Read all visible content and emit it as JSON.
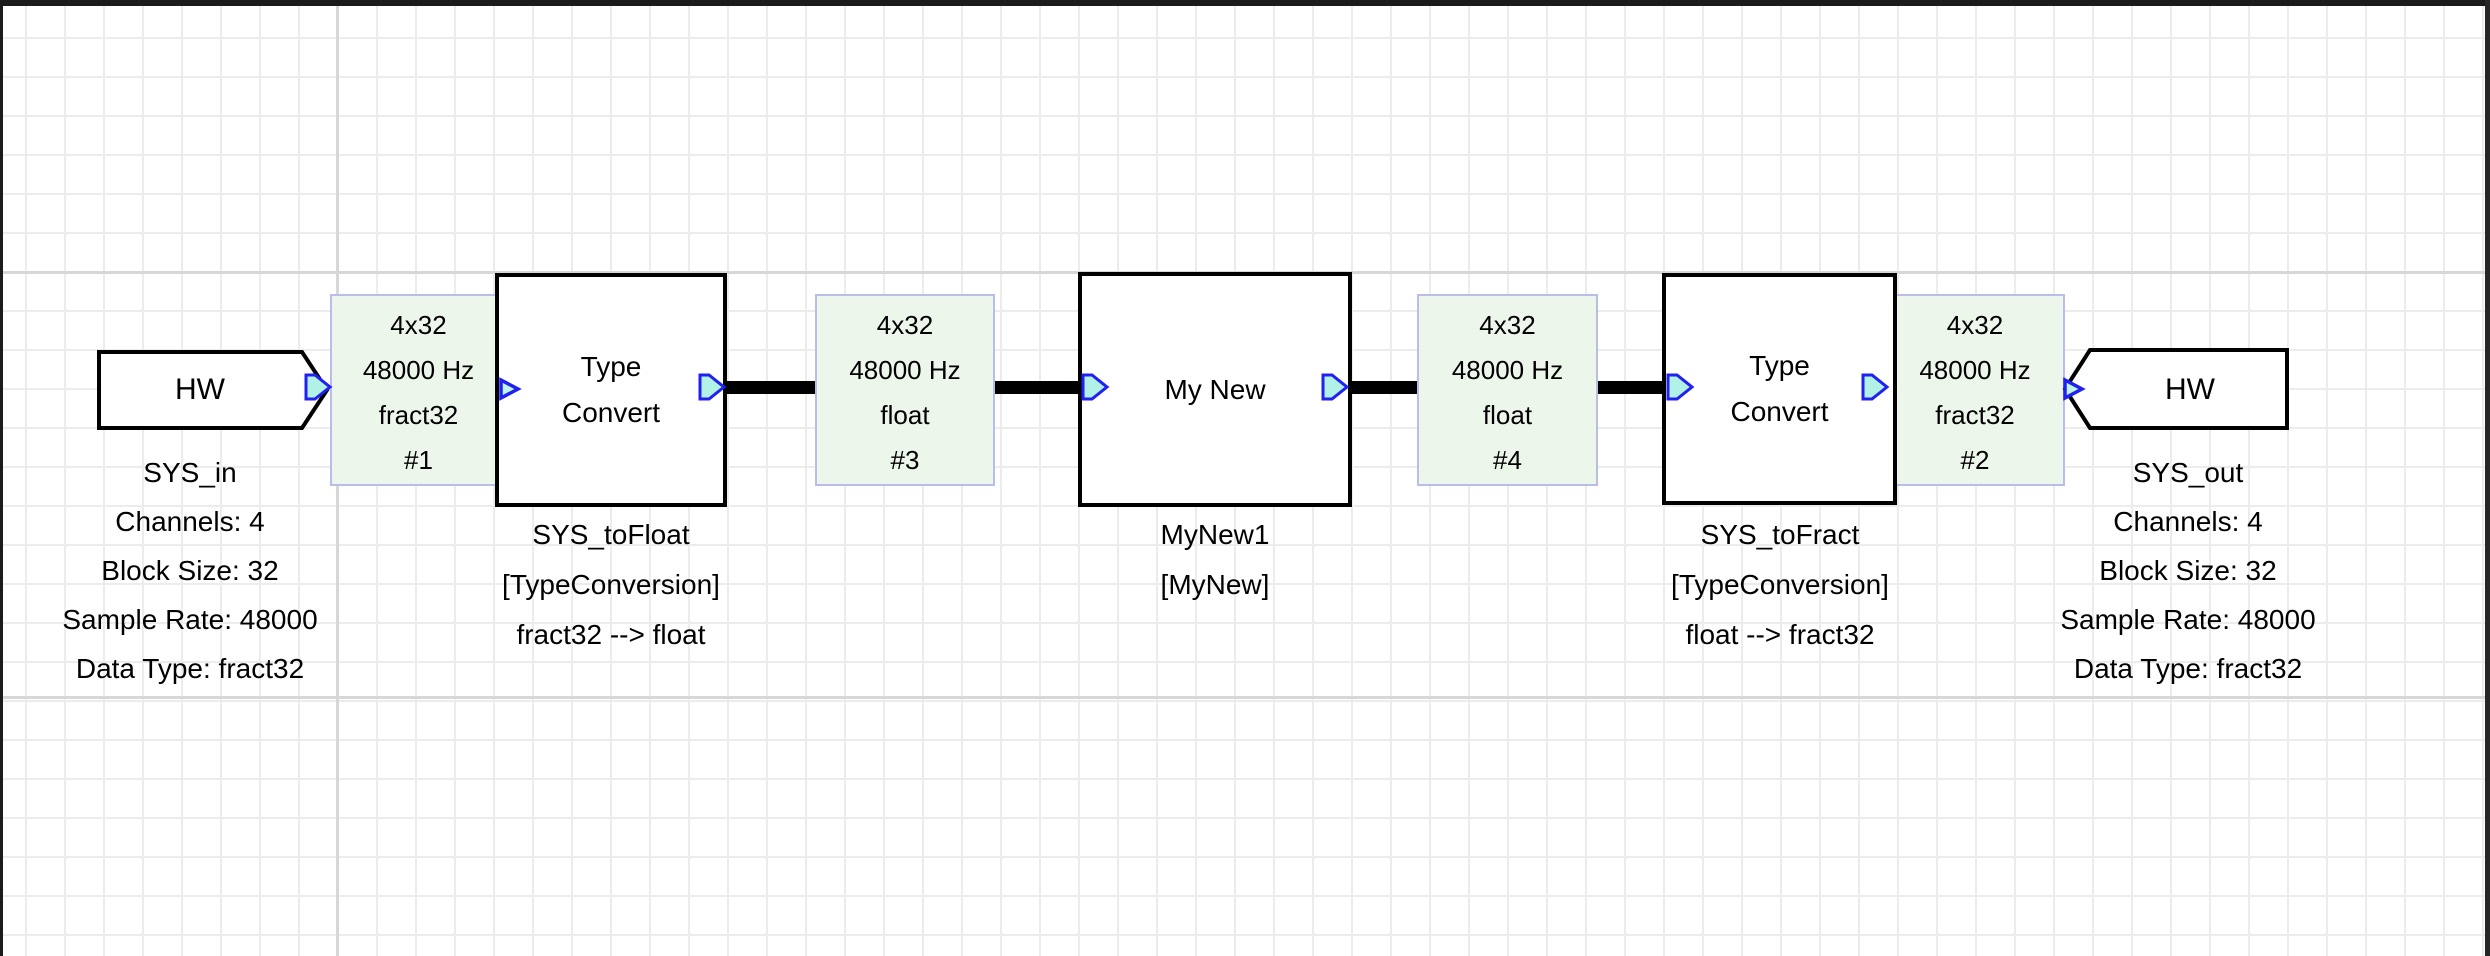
{
  "app": {
    "description": "Audio Weaver style signal flow canvas"
  },
  "nodes": [
    {
      "id": "sys_in",
      "kind": "hardware-input",
      "title": "HW",
      "caption_lines": [
        "SYS_in",
        "Channels: 4",
        "Block Size: 32",
        "Sample Rate: 48000",
        "Data Type: fract32"
      ]
    },
    {
      "id": "sys_tofloat",
      "kind": "module",
      "title_lines": [
        "Type",
        "Convert"
      ],
      "caption_lines": [
        "SYS_toFloat",
        "[TypeConversion]",
        "fract32 --> float"
      ]
    },
    {
      "id": "mynew1",
      "kind": "module",
      "title": "My New",
      "caption_lines": [
        "MyNew1",
        "[MyNew]"
      ]
    },
    {
      "id": "sys_tofract",
      "kind": "module",
      "title_lines": [
        "Type",
        "Convert"
      ],
      "caption_lines": [
        "SYS_toFract",
        "[TypeConversion]",
        "float --> fract32"
      ]
    },
    {
      "id": "sys_out",
      "kind": "hardware-output",
      "title": "HW",
      "caption_lines": [
        "SYS_out",
        "Channels: 4",
        "Block Size: 32",
        "Sample Rate: 48000",
        "Data Type: fract32"
      ]
    }
  ],
  "wire_labels": [
    {
      "id": "pin1",
      "lines": [
        "4x32",
        "48000 Hz",
        "fract32",
        "#1"
      ]
    },
    {
      "id": "pin3",
      "lines": [
        "4x32",
        "48000 Hz",
        "float",
        "#3"
      ]
    },
    {
      "id": "pin4",
      "lines": [
        "4x32",
        "48000 Hz",
        "float",
        "#4"
      ]
    },
    {
      "id": "pin2",
      "lines": [
        "4x32",
        "48000 Hz",
        "fract32",
        "#2"
      ]
    }
  ],
  "colors": {
    "wire": "#000000",
    "block_border": "#000000",
    "block_fill": "#ffffff",
    "wire_label_fill": "#edf6eb",
    "wire_label_border": "#b9bde9",
    "port_fill": "#b2f1e6",
    "port_border": "#2020f0",
    "grid_minor": "#ececec",
    "grid_major": "#d7d7d7"
  }
}
